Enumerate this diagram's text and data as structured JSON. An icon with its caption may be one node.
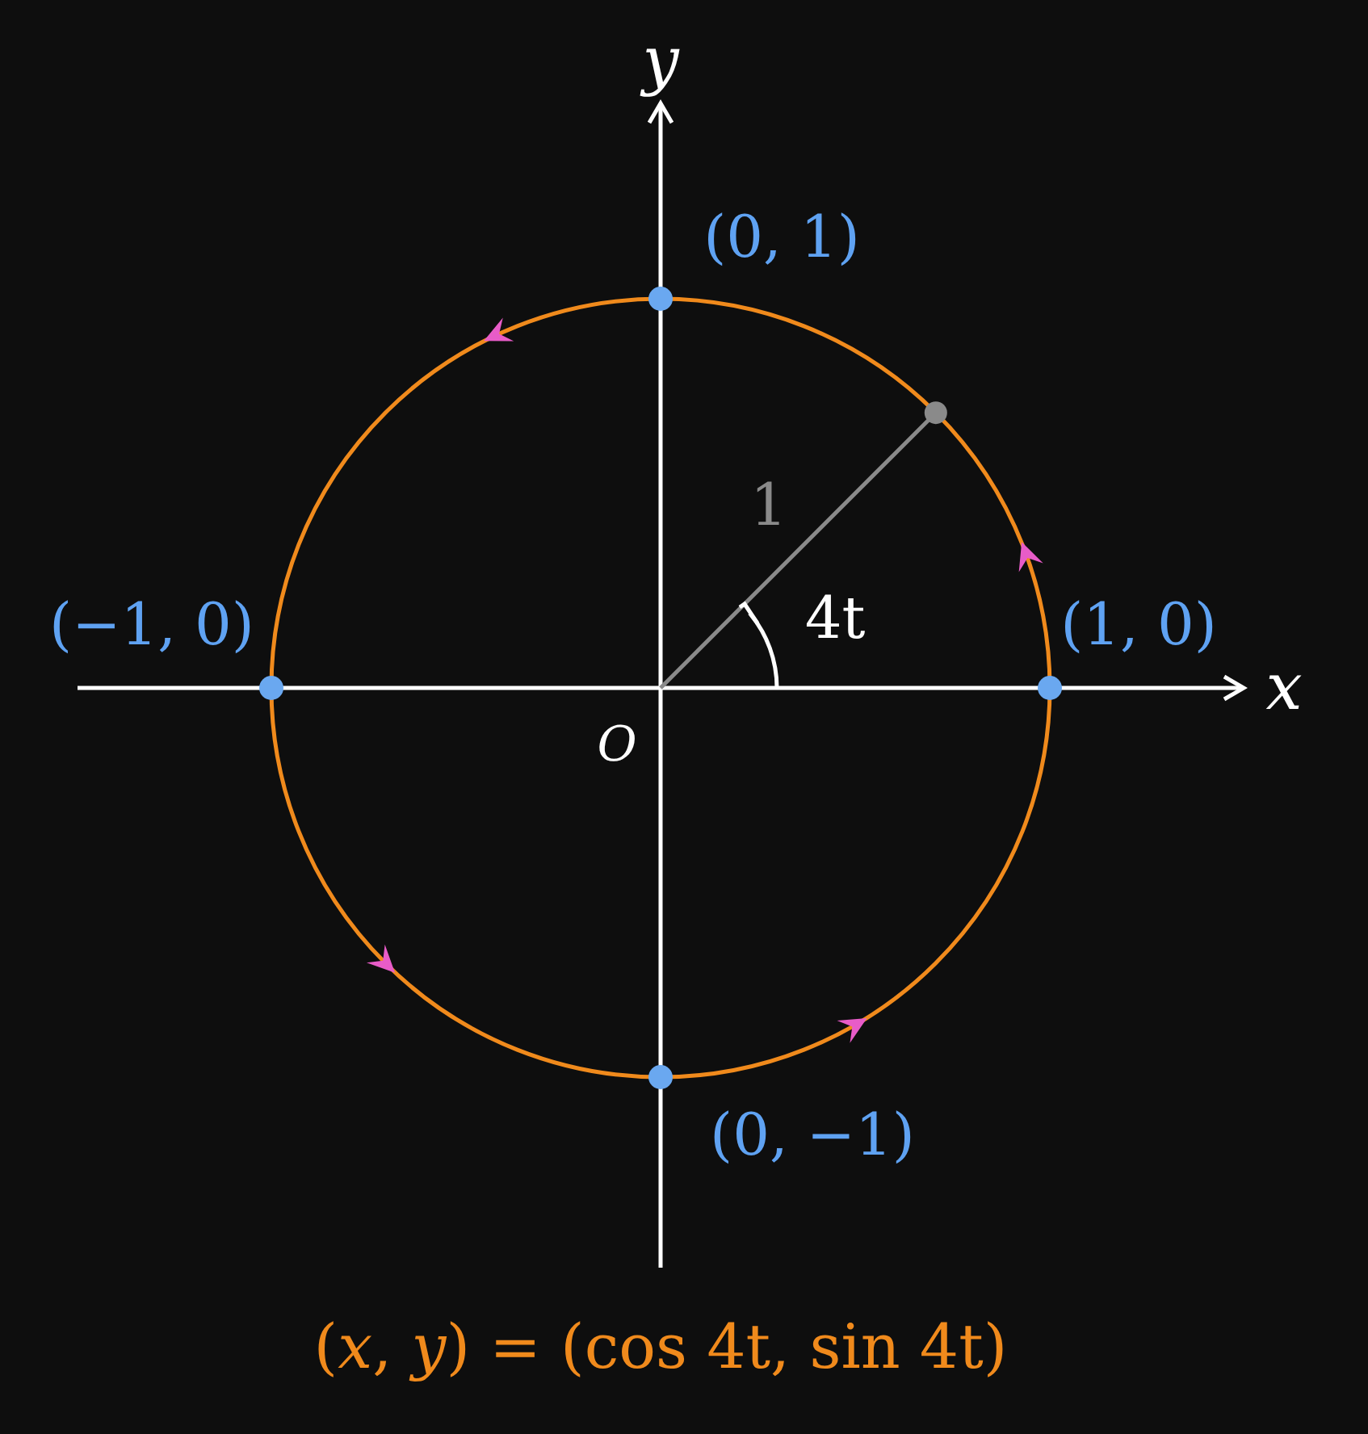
{
  "diagram": {
    "caption": "(*x*, *y*) = (cos 4t, sin 4t)",
    "labels": [
      "y",
      "(0, 1)",
      "1",
      "(−1, 0)",
      "4t",
      "(1, 0)",
      "x",
      "O",
      "(0, −1)"
    ]
  }
}
